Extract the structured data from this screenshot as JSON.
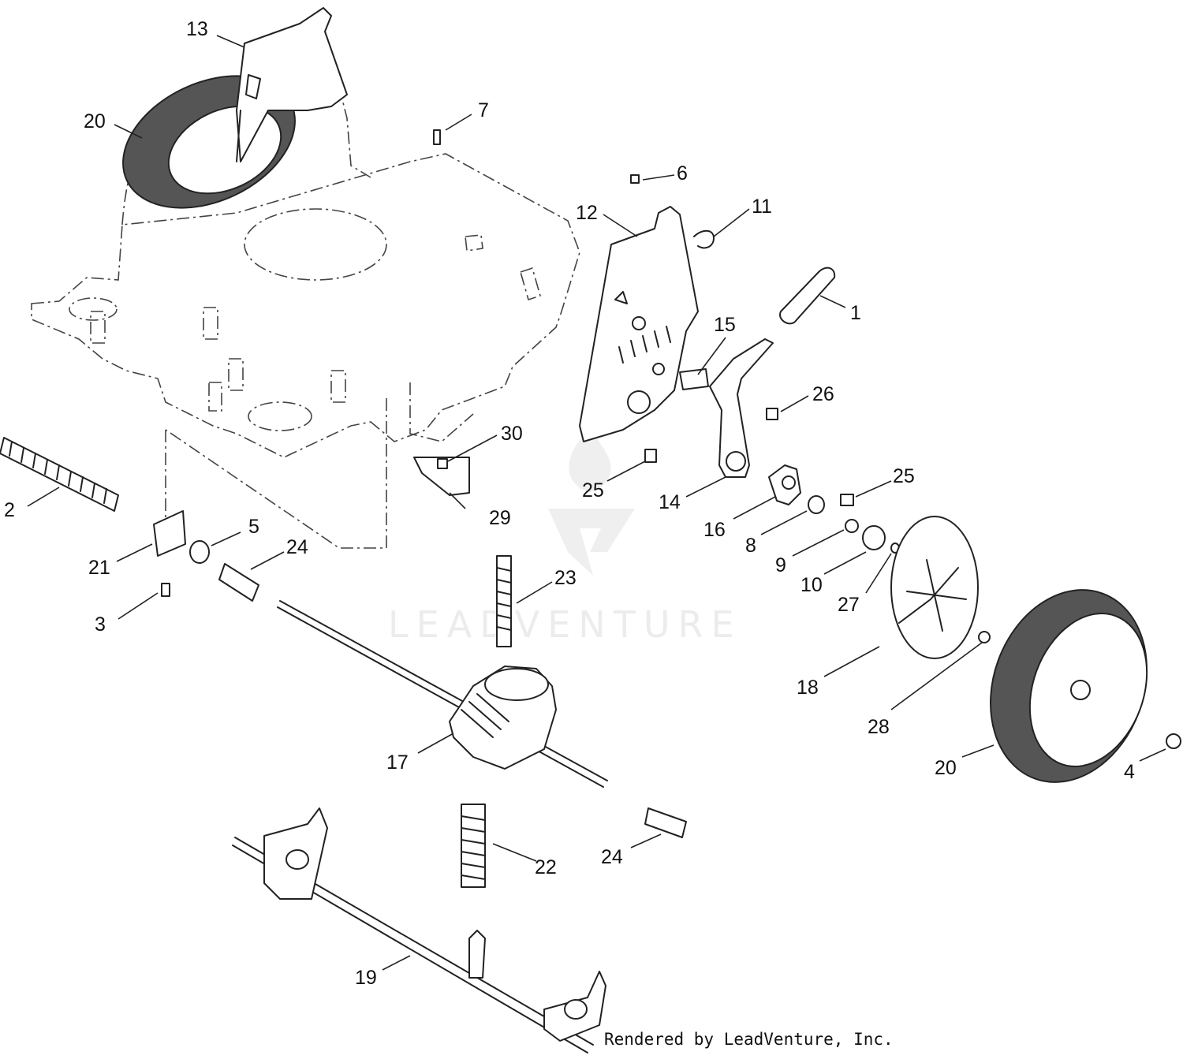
{
  "watermark": {
    "text": "LEADVENTURE"
  },
  "credit": "Rendered by LeadVenture, Inc.",
  "callouts": [
    {
      "id": "c13",
      "label": "13"
    },
    {
      "id": "c20a",
      "label": "20"
    },
    {
      "id": "c7",
      "label": "7"
    },
    {
      "id": "c6",
      "label": "6"
    },
    {
      "id": "c12",
      "label": "12"
    },
    {
      "id": "c11",
      "label": "11"
    },
    {
      "id": "c1",
      "label": "1"
    },
    {
      "id": "c15",
      "label": "15"
    },
    {
      "id": "c26",
      "label": "26"
    },
    {
      "id": "c30",
      "label": "30"
    },
    {
      "id": "c2",
      "label": "2"
    },
    {
      "id": "c25a",
      "label": "25"
    },
    {
      "id": "c14",
      "label": "14"
    },
    {
      "id": "c25b",
      "label": "25"
    },
    {
      "id": "c29",
      "label": "29"
    },
    {
      "id": "c16",
      "label": "16"
    },
    {
      "id": "c5",
      "label": "5"
    },
    {
      "id": "c8",
      "label": "8"
    },
    {
      "id": "c24a",
      "label": "24"
    },
    {
      "id": "c21",
      "label": "21"
    },
    {
      "id": "c9",
      "label": "9"
    },
    {
      "id": "c23",
      "label": "23"
    },
    {
      "id": "c10",
      "label": "10"
    },
    {
      "id": "c27",
      "label": "27"
    },
    {
      "id": "c3",
      "label": "3"
    },
    {
      "id": "c18",
      "label": "18"
    },
    {
      "id": "c28",
      "label": "28"
    },
    {
      "id": "c17",
      "label": "17"
    },
    {
      "id": "c20b",
      "label": "20"
    },
    {
      "id": "c4",
      "label": "4"
    },
    {
      "id": "c24b",
      "label": "24"
    },
    {
      "id": "c22",
      "label": "22"
    },
    {
      "id": "c19",
      "label": "19"
    }
  ]
}
